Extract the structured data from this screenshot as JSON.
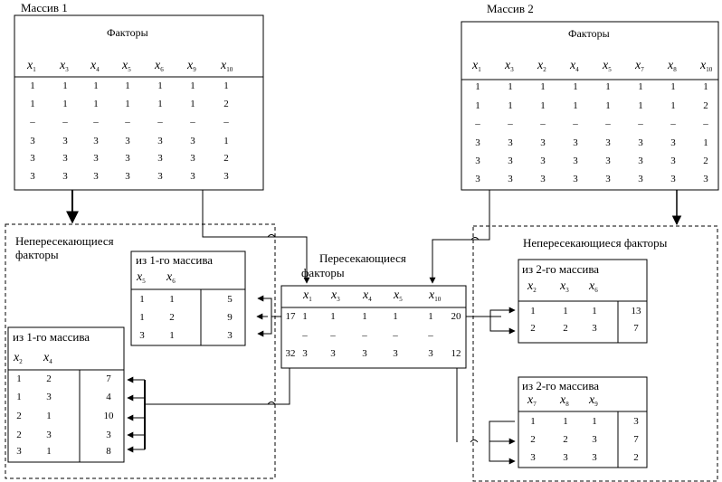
{
  "array1": {
    "title": "Массив 1",
    "header": "Факторы",
    "cols": [
      "x_1",
      "x_3",
      "x_4",
      "x_5",
      "x_6",
      "x_9",
      "x_10"
    ],
    "rows": [
      [
        "1",
        "1",
        "1",
        "1",
        "1",
        "1",
        "1"
      ],
      [
        "1",
        "1",
        "1",
        "1",
        "1",
        "1",
        "2"
      ],
      [
        "–",
        "–",
        "–",
        "–",
        "–",
        "–",
        "–"
      ],
      [
        "3",
        "3",
        "3",
        "3",
        "3",
        "3",
        "1"
      ],
      [
        "3",
        "3",
        "3",
        "3",
        "3",
        "3",
        "2"
      ],
      [
        "3",
        "3",
        "3",
        "3",
        "3",
        "3",
        "3"
      ]
    ]
  },
  "array2": {
    "title": "Массив 2",
    "header": "Факторы",
    "cols": [
      "x_1",
      "x_3",
      "x_2",
      "x_4",
      "x_5",
      "x_7",
      "x_8",
      "x_10"
    ],
    "rows": [
      [
        "1",
        "1",
        "1",
        "1",
        "1",
        "1",
        "1",
        "1"
      ],
      [
        "1",
        "1",
        "1",
        "1",
        "1",
        "1",
        "1",
        "2"
      ],
      [
        "–",
        "–",
        "–",
        "–",
        "–",
        "–",
        "–",
        "–"
      ],
      [
        "3",
        "3",
        "3",
        "3",
        "3",
        "3",
        "3",
        "1"
      ],
      [
        "3",
        "3",
        "3",
        "3",
        "3",
        "3",
        "3",
        "2"
      ],
      [
        "3",
        "3",
        "3",
        "3",
        "3",
        "3",
        "3",
        "3"
      ]
    ]
  },
  "left_group": {
    "title_line1": "Непересекающиеся",
    "title_line2": "факторы",
    "table_a": {
      "title": "из 1-го массива",
      "cols": [
        "x_5",
        "x_6"
      ],
      "rows": [
        [
          "1",
          "1",
          "5"
        ],
        [
          "1",
          "2",
          "9"
        ],
        [
          "3",
          "1",
          "3"
        ]
      ]
    },
    "table_b": {
      "title": "из 1-го массива",
      "cols": [
        "x_2",
        "x_4"
      ],
      "rows": [
        [
          "1",
          "2",
          "7"
        ],
        [
          "1",
          "3",
          "4"
        ],
        [
          "2",
          "1",
          "10"
        ],
        [
          "2",
          "3",
          "3"
        ],
        [
          "3",
          "1",
          "8"
        ]
      ]
    }
  },
  "center": {
    "title_line1": "Пересекающиеся",
    "title_line2": "факторы",
    "cols": [
      "x_1",
      "x_3",
      "x_4",
      "x_5",
      "x_10"
    ],
    "rows": [
      {
        "left": "17",
        "vals": [
          "1",
          "1",
          "1",
          "1",
          "1"
        ],
        "right": "20"
      },
      {
        "left": "",
        "vals": [
          "–",
          "–",
          "–",
          "–",
          "–"
        ],
        "right": ""
      },
      {
        "left": "32",
        "vals": [
          "3",
          "3",
          "3",
          "3",
          "3"
        ],
        "right": "12"
      }
    ]
  },
  "right_group": {
    "title": "Непересекающиеся факторы",
    "table_a": {
      "title": "из 2-го массива",
      "cols": [
        "x_2",
        "x_3",
        "x_6"
      ],
      "rows": [
        [
          "1",
          "1",
          "1",
          "13"
        ],
        [
          "2",
          "2",
          "3",
          "7"
        ]
      ]
    },
    "table_b": {
      "title": "из 2-го массива",
      "cols": [
        "x_7",
        "x_8",
        "x_9"
      ],
      "rows": [
        [
          "1",
          "1",
          "1",
          "3"
        ],
        [
          "2",
          "2",
          "3",
          "7"
        ],
        [
          "3",
          "3",
          "3",
          "2"
        ]
      ]
    }
  }
}
